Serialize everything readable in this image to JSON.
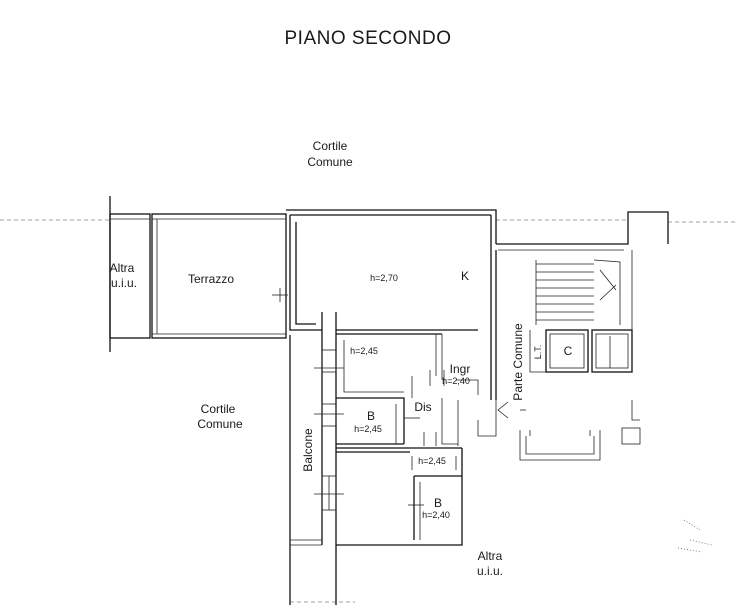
{
  "drawing": {
    "title": "PIANO SECONDO"
  },
  "labels": {
    "cortile_top_1": "Cortile",
    "cortile_top_2": "Comune",
    "altra_left_1": "Altra",
    "altra_left_2": "u.i.u.",
    "terrazzo": "Terrazzo",
    "kitchen": "K",
    "kitchen_height": "h=2,70",
    "room_height_1": "h=2,45",
    "ingr": "Ingr",
    "ingr_height": "h=2,40",
    "bath_1": "B",
    "bath_1_height": "h=2,45",
    "dis": "Dis",
    "corridor_height": "h=2,45",
    "bath_2": "B",
    "bath_2_height": "h=2,40",
    "cortile_left_1": "Cortile",
    "cortile_left_2": "Comune",
    "balcone": "Balcone",
    "parte_comune": "Parte Comune",
    "lt": "L.T.",
    "c": "C",
    "altra_bottom_1": "Altra",
    "altra_bottom_2": "u.i.u."
  }
}
